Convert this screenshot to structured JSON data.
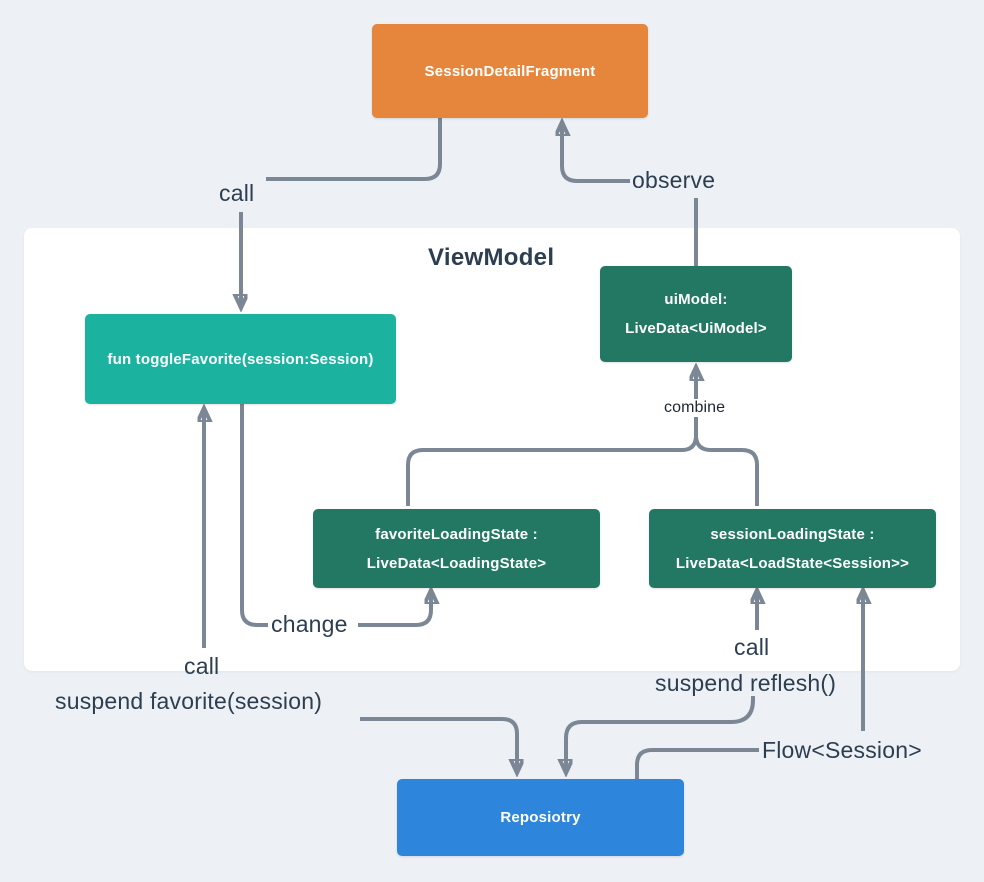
{
  "diagram": {
    "container_title": "ViewModel",
    "nodes": {
      "fragment": {
        "label": "SessionDetailFragment",
        "color": "#E6863C"
      },
      "toggle_favorite": {
        "label": "fun toggleFavorite(session:Session)",
        "color": "#1CB2A0"
      },
      "ui_model": {
        "line1": "uiModel:",
        "line2": "LiveData<UiModel>",
        "color": "#227863"
      },
      "favorite_loading_state": {
        "line1": "favoriteLoadingState :",
        "line2": "LiveData<LoadingState>",
        "color": "#227863"
      },
      "session_loading_state": {
        "line1": "sessionLoadingState :",
        "line2": "LiveData<LoadState<Session>>",
        "color": "#227863"
      },
      "repository": {
        "label": "Reposiotry",
        "color": "#2D86DC"
      }
    },
    "edge_labels": {
      "call_top": "call",
      "observe": "observe",
      "combine": "combine",
      "change": "change",
      "call_left": "call",
      "suspend_favorite": "suspend favorite(session)",
      "call_right": "call",
      "suspend_reflesh": "suspend reflesh()",
      "flow_session": "Flow<Session>"
    },
    "colors": {
      "background": "#EDF1F5",
      "container": "#FFFFFF",
      "edge_line": "#7B8794",
      "label_text": "#2C3E50"
    }
  }
}
